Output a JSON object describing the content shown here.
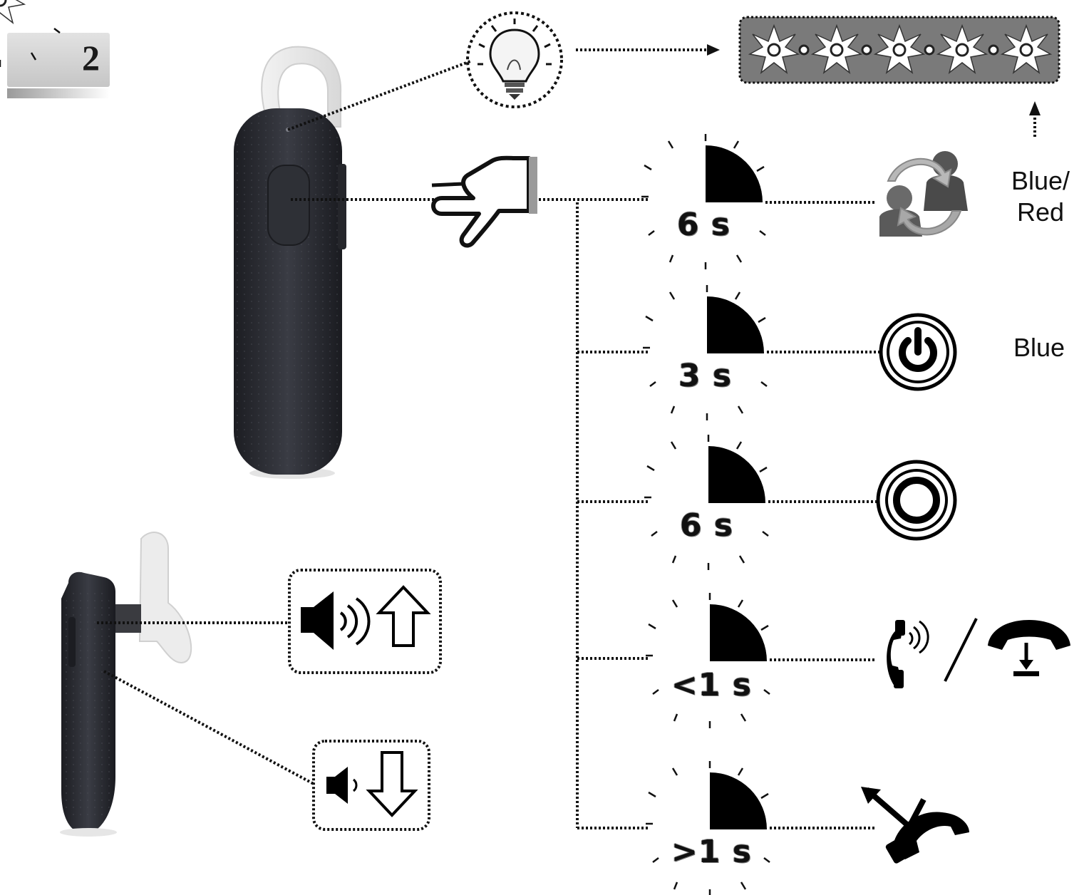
{
  "page_number": "2",
  "rows": [
    {
      "duration": "6 s",
      "action_icon": "pairing-icon",
      "led_color": "Blue/\nRed"
    },
    {
      "duration": "3 s",
      "action_icon": "power-on-icon",
      "led_color": "Blue"
    },
    {
      "duration": "6 s",
      "action_icon": "power-off-icon",
      "led_color": ""
    },
    {
      "duration": "<1 s",
      "action_icon": "answer-end-call-icon",
      "led_color": ""
    },
    {
      "duration": ">1 s",
      "action_icon": "reject-call-icon",
      "led_color": ""
    }
  ],
  "led_color_1": "Blue/",
  "led_color_1b": "Red",
  "led_color_2": "Blue",
  "volume": {
    "up_icon": "volume-up-icon",
    "down_icon": "volume-down-icon"
  },
  "colors": {
    "device": "#2b2d33",
    "ink": "#000000",
    "led_panel": "#7a7a7a"
  }
}
